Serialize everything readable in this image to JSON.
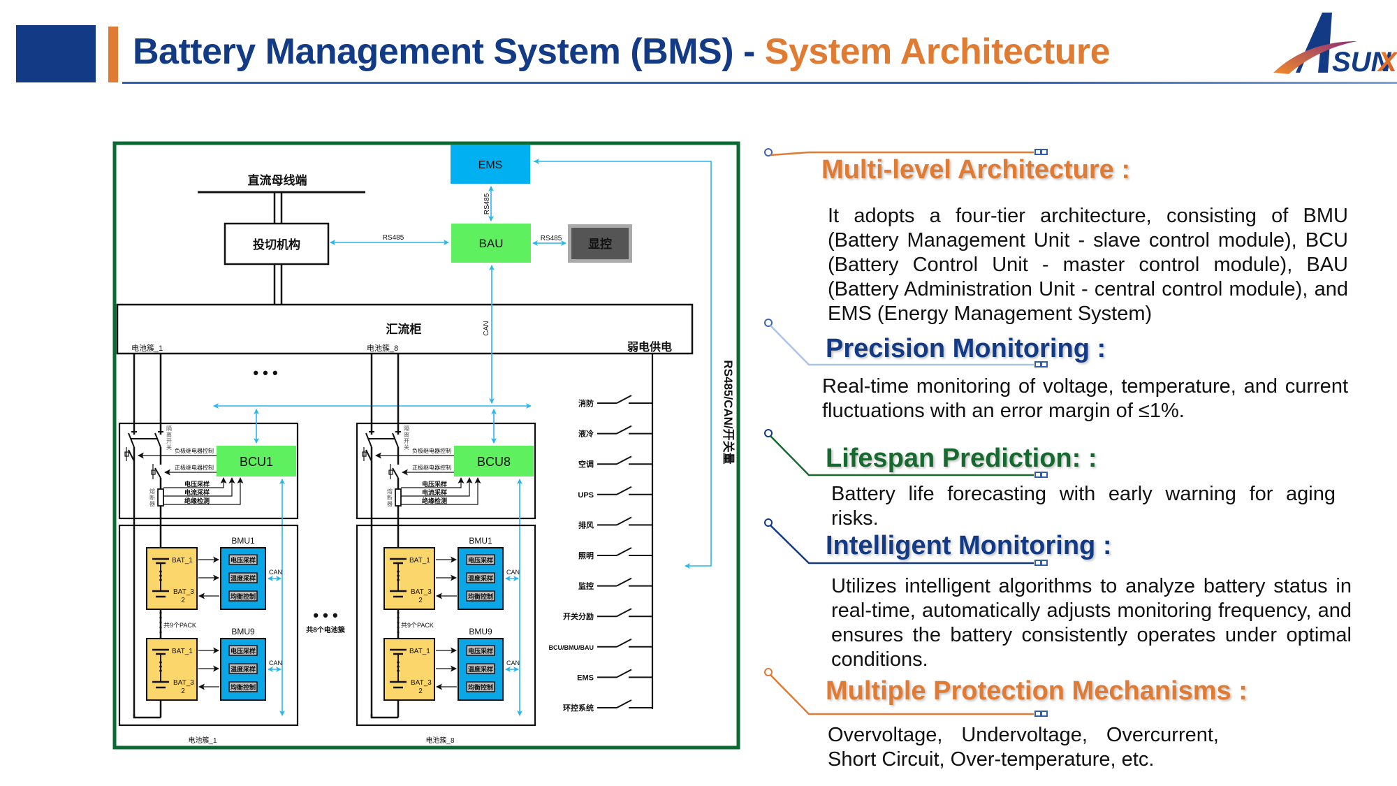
{
  "header": {
    "title_main": "Battery Management System (BMS) - ",
    "title_accent": "System Architecture",
    "logo_text": "SUNX",
    "logo_letter": "A"
  },
  "colors": {
    "navy": "#123a85",
    "orange": "#e07b34",
    "frame_green": "#0b6a32",
    "cyan_line": "#29b6ef",
    "ems_blue": "#00b0f0",
    "bau_green": "#5ef05e",
    "bmu_blue": "#0aa6e6",
    "pack_yellow": "#fbd66a",
    "display_gray": "#555555"
  },
  "diagram": {
    "dc_bus_label": "直流母线端",
    "switch_mechanism": "投切机构",
    "ems": "EMS",
    "bau": "BAU",
    "display_control": "显控",
    "link_rs485_ems_bau": "RS485",
    "link_rs485_switch_bau": "RS485",
    "link_rs485_bau_display": "RS485",
    "link_can_bau": "CAN",
    "combiner_cabinet": "汇流柜",
    "cluster_1_top": "电池簇_1",
    "cluster_8_top": "电池簇_8",
    "weak_power": "弱电供电",
    "side_link": "RS485/CAN/开关量",
    "ellipsis": "• • •",
    "total_clusters": "共8个电池簇",
    "clusters": [
      {
        "bcu": "BCU1",
        "isolation_switch": "隔离开关",
        "fuse": "熔断器",
        "neg_relay": "负极继电器控制",
        "pos_relay": "正极继电器控制",
        "signals": [
          "电压采样",
          "电流采样",
          "绝缘检测"
        ],
        "bmus": [
          {
            "name": "BMU1",
            "bat_top": "BAT_1",
            "bat_bottom": "BAT_3",
            "bat_bottom2": "2",
            "functions": [
              "电压采样",
              "温度采样",
              "均衡控制"
            ],
            "can": "CAN"
          },
          {
            "name": "BMU9",
            "bat_top": "BAT_1",
            "bat_bottom": "BAT_3",
            "bat_bottom2": "2",
            "functions": [
              "电压采样",
              "温度采样",
              "均衡控制"
            ],
            "can": "CAN"
          }
        ],
        "pack_count": "共9个PACK",
        "bottom_label": "电池簇_1"
      },
      {
        "bcu": "BCU8",
        "isolation_switch": "隔离开关",
        "fuse": "熔断器",
        "neg_relay": "负极继电器控制",
        "pos_relay": "正极继电器控制",
        "signals": [
          "电压采样",
          "电流采样",
          "绝缘检测"
        ],
        "bmus": [
          {
            "name": "BMU1",
            "bat_top": "BAT_1",
            "bat_bottom": "BAT_3",
            "bat_bottom2": "2",
            "functions": [
              "电压采样",
              "温度采样",
              "均衡控制"
            ],
            "can": "CAN"
          },
          {
            "name": "BMU9",
            "bat_top": "BAT_1",
            "bat_bottom": "BAT_3",
            "bat_bottom2": "2",
            "functions": [
              "电压采样",
              "温度采样",
              "均衡控制"
            ],
            "can": "CAN"
          }
        ],
        "pack_count": "共9个PACK",
        "bottom_label": "电池簇_8"
      }
    ],
    "loads": [
      "消防",
      "液冷",
      "空调",
      "UPS",
      "排风",
      "照明",
      "监控",
      "开关分励",
      "BCU/BMU/BAU",
      "EMS",
      "环控系统"
    ]
  },
  "sections": [
    {
      "title": "Multi-level Architecture :",
      "color": "#e07b34",
      "body": "It adopts a four-tier architecture, consisting of BMU (Battery Management Unit - slave control module), BCU (Battery Control Unit - master control module), BAU (Battery Administration Unit - central control module), and EMS (Energy Management System)"
    },
    {
      "title": "Precision Monitoring  :",
      "color": "#123a85",
      "body": "Real-time monitoring of voltage, temperature, and current fluctuations with an error margin of ≤1%."
    },
    {
      "title": "Lifespan Prediction:  :",
      "color": "#17692f",
      "body": "Battery life forecasting with early warning for aging risks."
    },
    {
      "title": "Intelligent Monitoring :",
      "color": "#123a85",
      "body": "Utilizes intelligent algorithms to analyze battery status in real-time, automatically adjusts monitoring frequency, and ensures the battery consistently operates under optimal conditions."
    },
    {
      "title": "Multiple Protection Mechanisms  :",
      "color": "#e07b34",
      "body": "Overvoltage,  Undervoltage,  Overcurrent, Short Circuit, Over-temperature, etc."
    }
  ]
}
